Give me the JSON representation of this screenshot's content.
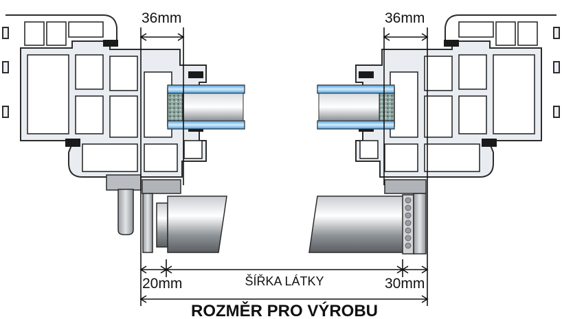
{
  "labels": {
    "left_top_dim": "36mm",
    "right_top_dim": "36mm",
    "left_bottom_dim": "20mm",
    "right_bottom_dim": "30mm",
    "fabric_width": "ŠÍŘKA LÁTKY",
    "production_size": "ROZMĚR PRO VÝROBU"
  },
  "colors": {
    "glass_blue": "#5aa8e6",
    "frame_fill": "#e9edf2",
    "roller_grey": "#9aa0a6",
    "seal_black": "#1a1a1a"
  }
}
